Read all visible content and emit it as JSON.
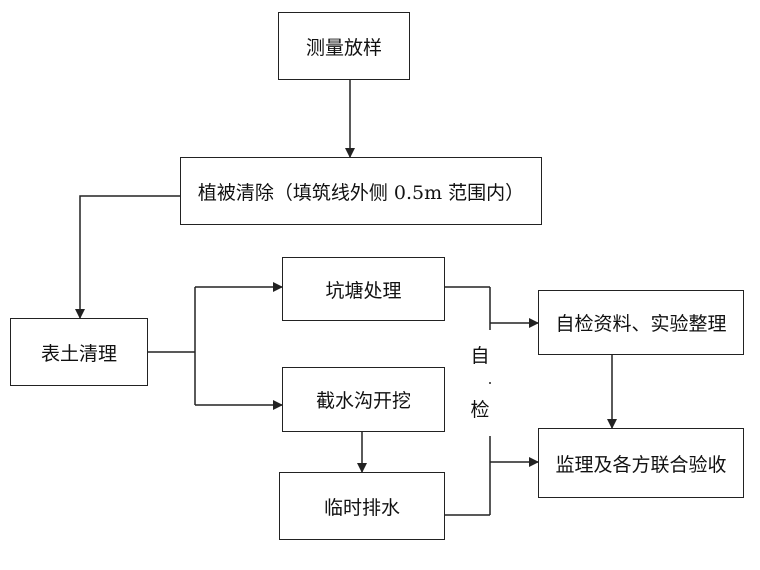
{
  "diagram": {
    "nodes": {
      "survey_layout": "测量放样",
      "vegetation_clearing": "植被清除（填筑线外侧 0.5m 范围内）",
      "topsoil_clearing": "表土清理",
      "pit_pond_treatment": "坑塘处理",
      "intercepting_ditch": "截水沟开挖",
      "temporary_drainage": "临时排水",
      "self_inspection_records": "自检资料、实验整理",
      "joint_acceptance": "监理及各方联合验收"
    },
    "self_check_label": {
      "char1": "自",
      "char2": "检"
    },
    "edges": [
      {
        "from": "survey_layout",
        "to": "vegetation_clearing"
      },
      {
        "from": "vegetation_clearing",
        "to": "topsoil_clearing"
      },
      {
        "from": "topsoil_clearing",
        "to": "pit_pond_treatment"
      },
      {
        "from": "topsoil_clearing",
        "to": "intercepting_ditch"
      },
      {
        "from": "intercepting_ditch",
        "to": "temporary_drainage"
      },
      {
        "from": "pit_pond_treatment",
        "to": "self_inspection_records"
      },
      {
        "from": "temporary_drainage",
        "to": "joint_acceptance"
      },
      {
        "from": "self_inspection_records",
        "to": "joint_acceptance"
      }
    ],
    "colors": {
      "line": "#222222",
      "box_border": "#222222",
      "background": "#ffffff"
    }
  }
}
